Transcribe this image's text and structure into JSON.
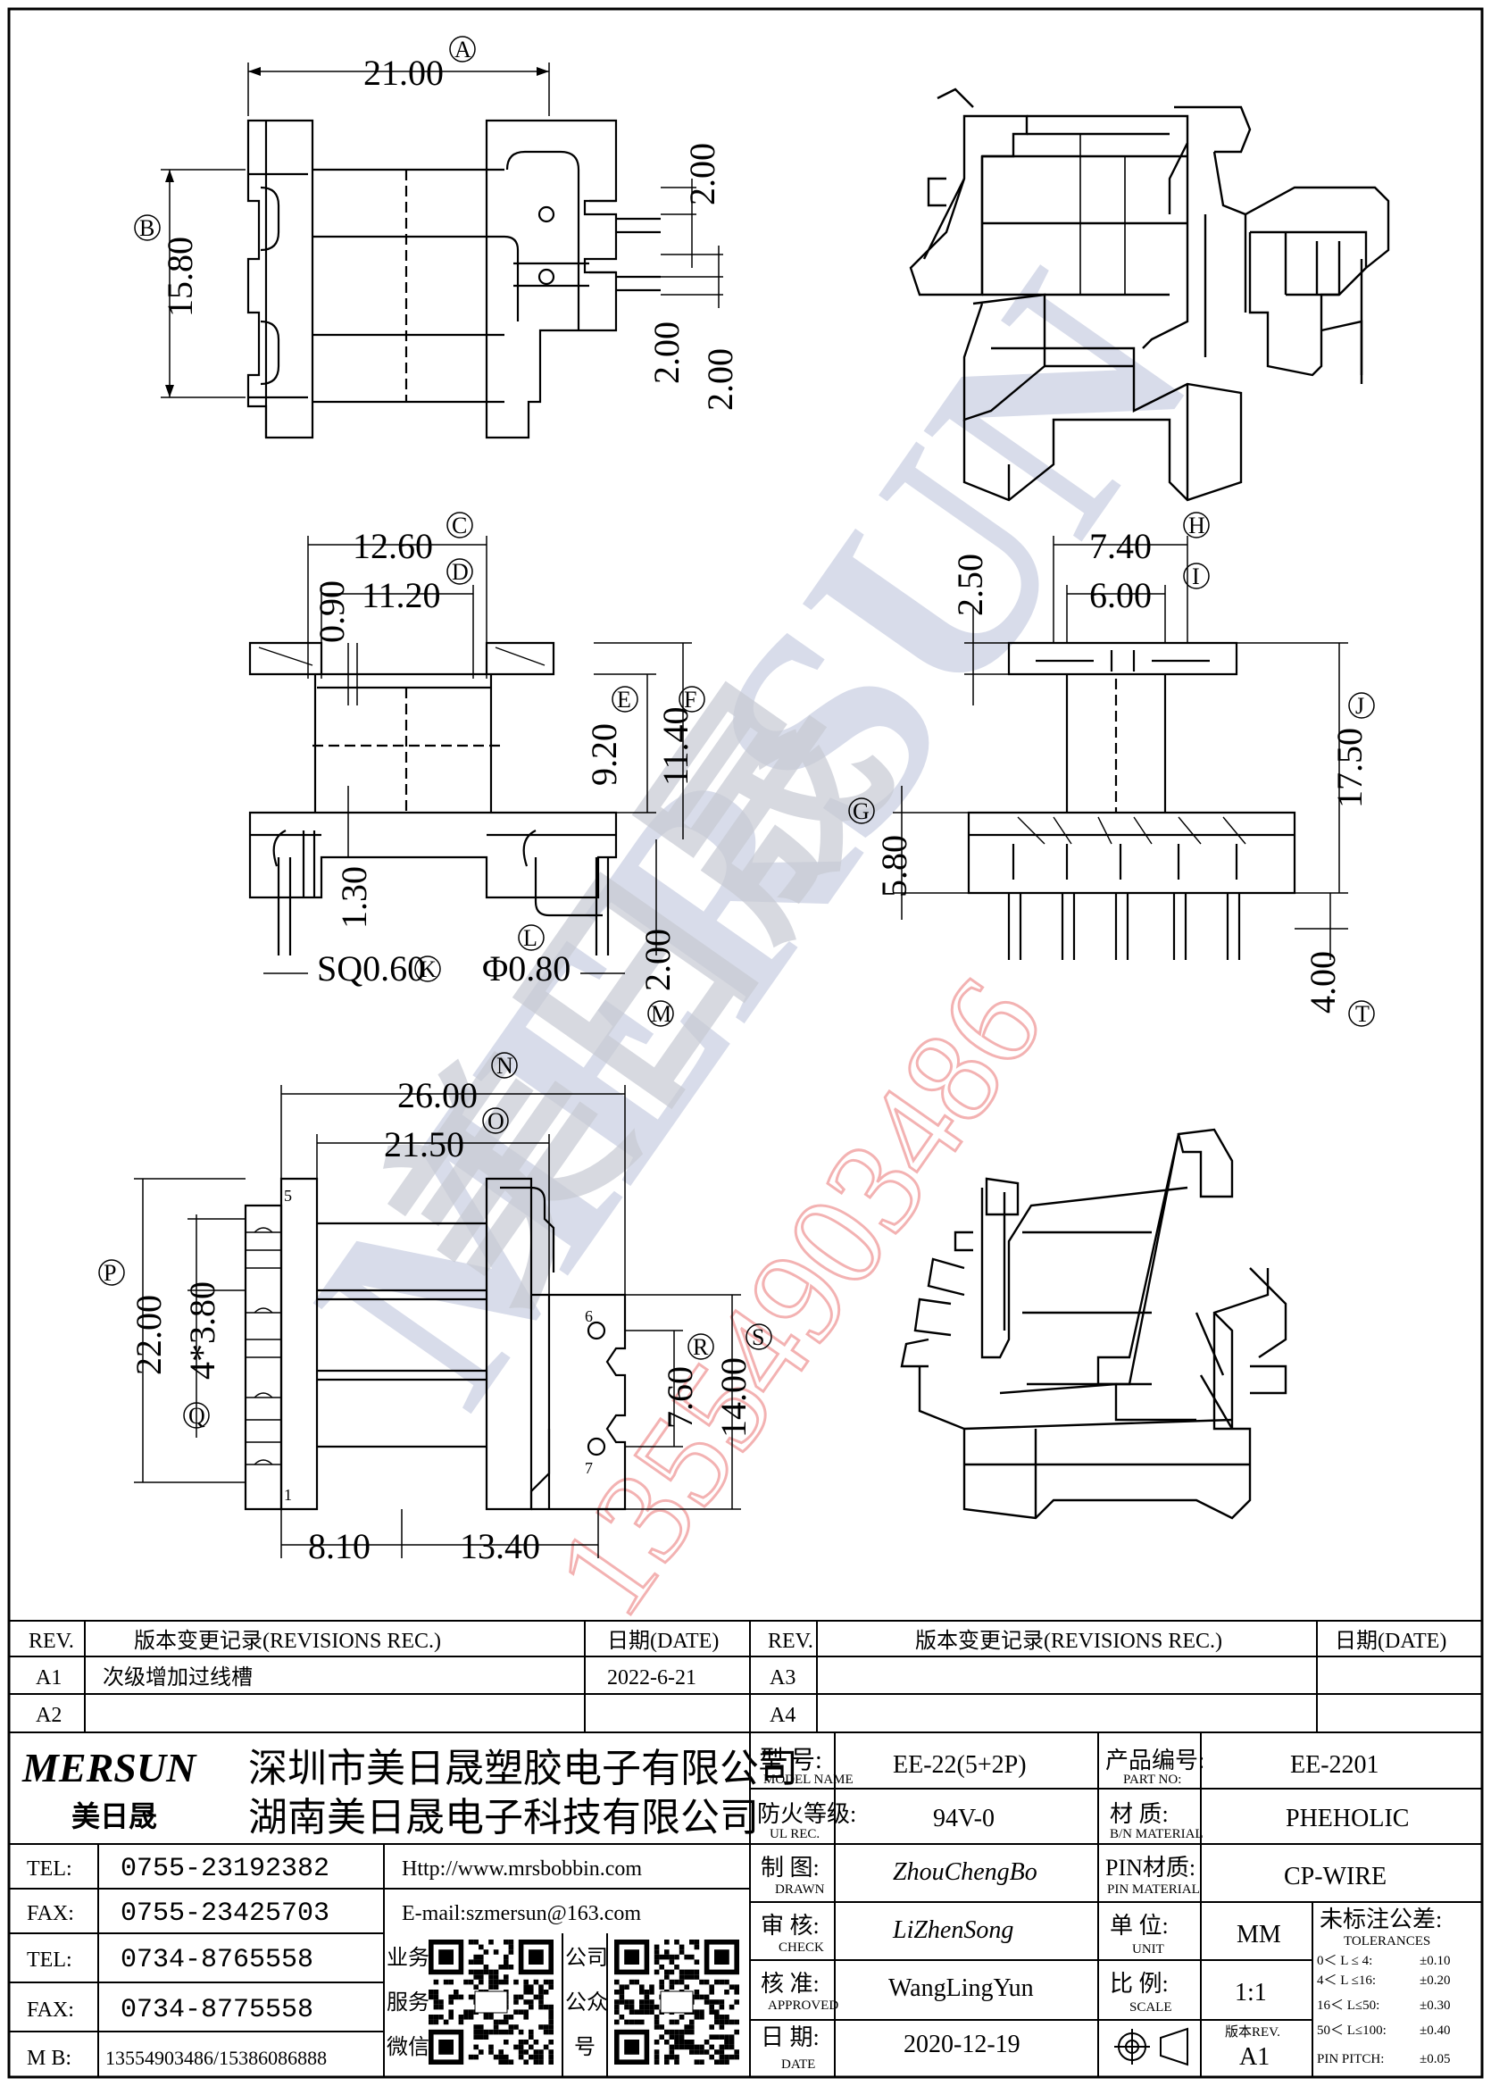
{
  "drawing": {
    "dims": {
      "top_width": "21.00",
      "top_depth": "15.80",
      "top_pin_a": "2.00",
      "top_pin_b": "2.00",
      "top_pin_c": "2.00",
      "front_w1": "12.60",
      "front_w2": "11.20",
      "front_t": "0.90",
      "front_h1": "9.20",
      "front_h2": "11.40",
      "front_base": "1.30",
      "front_pin_sq": "SQ0.60",
      "front_pin_dia": "Φ0.80",
      "front_pin_pitch": "2.00",
      "side_w1": "7.40",
      "side_w2": "6.00",
      "side_t": "2.50",
      "side_h": "17.50",
      "side_base": "5.80",
      "side_pin": "4.00",
      "bot_w1": "26.00",
      "bot_w2": "21.50",
      "bot_h": "22.00",
      "bot_pitch": "4*3.80",
      "bot_r": "7.60",
      "bot_s": "14.00",
      "bot_w3": "8.10",
      "bot_w4": "13.40",
      "pin_no_5": "5",
      "pin_no_6": "6",
      "pin_no_7": "7",
      "pin_no_1": "1"
    },
    "callouts": [
      "A",
      "B",
      "C",
      "D",
      "E",
      "F",
      "G",
      "H",
      "I",
      "J",
      "K",
      "L",
      "M",
      "N",
      "O",
      "P",
      "Q",
      "R",
      "S",
      "T"
    ]
  },
  "watermark": {
    "brand": "MERSUN",
    "cn": "美日晟",
    "phone": "13554903486",
    "colors": {
      "blue": "#bcd4ea",
      "gray": "#c9cbd2",
      "red": "#f3b0b0"
    }
  },
  "revisions_left": {
    "head_rev": "REV.",
    "head_record": "版本变更记录(REVISIONS REC.)",
    "head_date": "日期(DATE)",
    "rows": [
      {
        "rev": "A1",
        "record": "次级增加过线槽",
        "date": "2022-6-21"
      },
      {
        "rev": "A2",
        "record": "",
        "date": ""
      }
    ]
  },
  "revisions_right": {
    "head_rev": "REV.",
    "head_record": "版本变更记录(REVISIONS REC.)",
    "head_date": "日期(DATE)",
    "rows": [
      {
        "rev": "A3",
        "record": "",
        "date": ""
      },
      {
        "rev": "A4",
        "record": "",
        "date": ""
      }
    ]
  },
  "company": {
    "logo_en": "MERSUN",
    "logo_cn": "美日晟",
    "name1": "深圳市美日晟塑胶电子有限公司",
    "name2": "湖南美日晟电子科技有限公司",
    "contacts": [
      {
        "label": "TEL:",
        "value": "0755-23192382",
        "extra": "Http://www.mrsbobbin.com"
      },
      {
        "label": "FAX:",
        "value": "0755-23425703",
        "extra": "E-mail:szmersun@163.com"
      },
      {
        "label": "TEL:",
        "value": "0734-8765558"
      },
      {
        "label": "FAX:",
        "value": "0734-8775558"
      },
      {
        "label": "M B:",
        "value": "13554903486/15386086888"
      }
    ],
    "qr1_label": [
      "业务",
      "服务",
      "微信"
    ],
    "qr2_label": [
      "公司",
      "公众",
      "号"
    ]
  },
  "info": {
    "model_cn": "型  号:",
    "model_en": "MODEL NAME",
    "model": "EE-22(5+2P)",
    "part_cn": "产品编号:",
    "part_en": "PART NO:",
    "part": "EE-2201",
    "fire_cn": "防火等级:",
    "fire_en": "UL REC.",
    "fire": "94V-0",
    "material_cn": "材  质:",
    "material_en": "B/N MATERIAL",
    "material": "PHEHOLIC",
    "drawn_cn": "制  图:",
    "drawn_en": "DRAWN",
    "drawn": "ZhouChengBo",
    "pinmat_cn": "PIN材质:",
    "pinmat_en": "PIN MATERIAL",
    "pinmat": "CP-WIRE",
    "check_cn": "审  核:",
    "check_en": "CHECK",
    "check": "LiZhenSong",
    "unit_cn": "单  位:",
    "unit_en": "UNIT",
    "unit": "MM",
    "tol_cn": "未标注公差:",
    "tol_en": "TOLERANCES",
    "tolerances": [
      {
        "range": "0＜ L ≤  4:",
        "val": "±0.10"
      },
      {
        "range": "4＜ L ≤16:",
        "val": "±0.20"
      },
      {
        "range": "16＜ L≤50:",
        "val": "±0.30"
      },
      {
        "range": "50＜ L≤100:",
        "val": "±0.40"
      },
      {
        "range": "PIN PITCH:",
        "val": "±0.05"
      }
    ],
    "approve_cn": "核  准:",
    "approve_en": "APPROVED",
    "approve": "WangLingYun",
    "scale_cn": "比  例:",
    "scale_en": "SCALE",
    "scale": "1:1",
    "date_cn": "日  期:",
    "date_en": "DATE",
    "date": "2020-12-19",
    "ver_cn": "版本REV.",
    "ver": "A1"
  }
}
